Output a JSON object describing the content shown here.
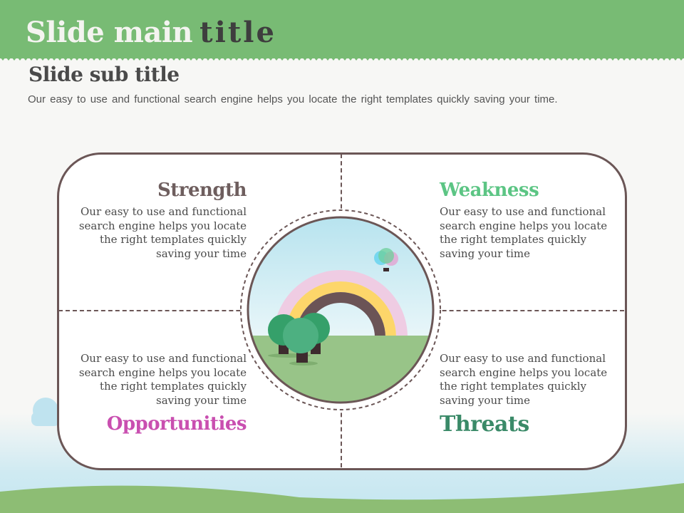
{
  "header": {
    "title_light": "Slide main",
    "title_dark": "title"
  },
  "subtitle": "Slide sub title",
  "description": "Our easy to use and functional search engine helps you locate the right templates quickly  saving your time.",
  "quadrants": {
    "strength": {
      "title": "Strength",
      "text": "Our easy to use and functional search engine helps you locate the right templates quickly saving your time",
      "color": "#6e5e5e"
    },
    "weakness": {
      "title": "Weakness",
      "text": "Our easy to use and functional search engine helps you locate the right templates quickly saving your time",
      "color": "#5cc584"
    },
    "opportunities": {
      "title": "Opportunities",
      "text": "Our easy to use and functional search engine helps you locate the right templates quickly saving your time",
      "color": "#c94fb0"
    },
    "threats": {
      "title": "Threats",
      "text": "Our easy to use and functional search engine helps you locate the right templates quickly saving your time",
      "color": "#3a8a68"
    }
  }
}
